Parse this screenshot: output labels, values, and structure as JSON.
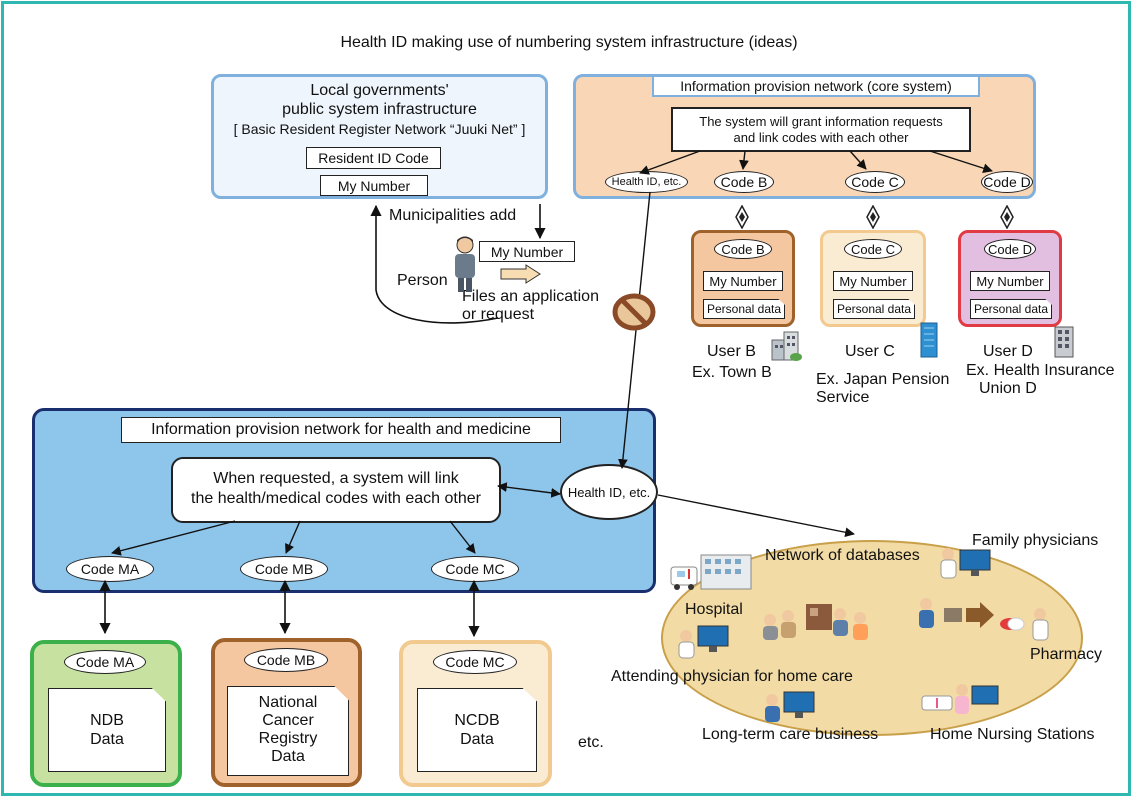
{
  "title": "Health ID making use of numbering system infrastructure (ideas)",
  "local_gov": {
    "line1": "Local governments'",
    "line2": "public system infrastructure",
    "line3": "[ Basic Resident Register Network “Juuki Net” ]",
    "resident_id": "Resident ID Code",
    "my_number": "My Number"
  },
  "flow": {
    "municipalities_add": "Municipalities add",
    "my_number": "My Number",
    "person": "Person",
    "files1": "Files an application",
    "files2": "or request"
  },
  "core": {
    "title": "Information provision network (core system)",
    "desc1": "The system will grant information requests",
    "desc2": "and link codes with each other",
    "codes": [
      "Health ID, etc.",
      "Code B",
      "Code C",
      "Code D"
    ]
  },
  "users": [
    {
      "code": "Code B",
      "my_number": "My Number",
      "personal": "Personal data",
      "name": "User B",
      "ex1": "Ex. Town B",
      "ex2": ""
    },
    {
      "code": "Code C",
      "my_number": "My Number",
      "personal": "Personal data",
      "name": "User C",
      "ex1": "Ex. Japan Pension",
      "ex2": "Service"
    },
    {
      "code": "Code D",
      "my_number": "My Number",
      "personal": "Personal data",
      "name": "User D",
      "ex1": "Ex. Health Insurance",
      "ex2": "Union D"
    }
  ],
  "health": {
    "title": "Information provision network for health and medicine",
    "desc1": "When requested, a system will link",
    "desc2": "the health/medical codes with each other",
    "health_id": "Health ID, etc.",
    "codes": [
      "Code MA",
      "Code MB",
      "Code MC"
    ]
  },
  "databases": [
    {
      "code": "Code MA",
      "lines": [
        "NDB",
        "Data"
      ]
    },
    {
      "code": "Code MB",
      "lines": [
        "National",
        "Cancer",
        "Registry",
        "Data"
      ]
    },
    {
      "code": "Code MC",
      "lines": [
        "NCDB",
        "Data"
      ]
    }
  ],
  "etc": "etc.",
  "network": {
    "title": "Network of databases",
    "family": "Family physicians",
    "hospital": "Hospital",
    "pharmacy": "Pharmacy",
    "attending": "Attending physician for home care",
    "longterm": "Long-term care business",
    "nursing": "Home Nursing Stations"
  },
  "colors": {
    "frame": "#2fb8b0",
    "local_fill": "#eef5fc",
    "local_border": "#7fb0de",
    "core_fill": "#f9d6b6",
    "health_fill": "#8ec5ea",
    "health_border": "#1a2f6e",
    "user_b": "#a0622b",
    "user_c": "#f2c98e",
    "user_d": "#e03a44",
    "ma_fill": "#c7e2a0",
    "ma_border": "#3cb04a",
    "mb_fill": "#f5c7a1",
    "mb_border": "#a0622b",
    "mc_fill": "#faecd3",
    "mc_border": "#f2c98e",
    "network_fill": "#f2dba4"
  },
  "icons": [
    "person-icon",
    "building-icon",
    "no-entry-icon",
    "ambulance-icon",
    "computer-icon",
    "doctor-icon",
    "nurse-icon",
    "pill-icon"
  ]
}
